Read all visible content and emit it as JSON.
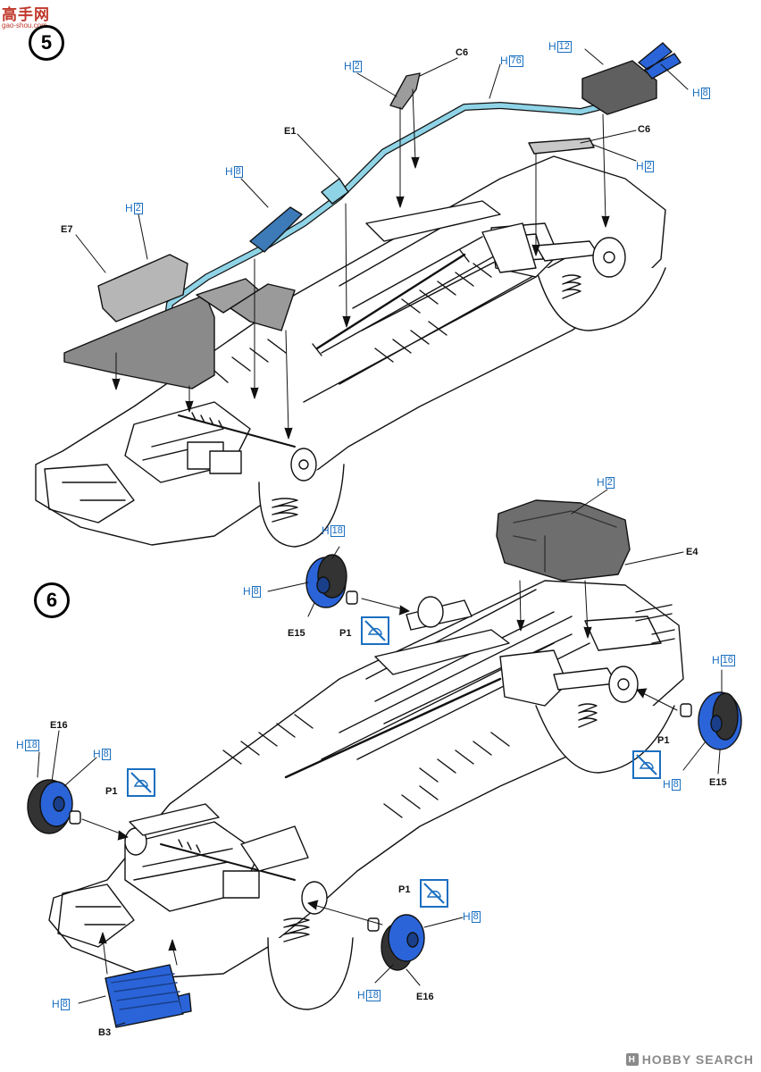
{
  "watermarks": {
    "top_left": "高手网",
    "top_left_sub": "gao-shou.com",
    "bottom_right": "HOBBY SEARCH"
  },
  "steps": [
    {
      "number": "5"
    },
    {
      "number": "6"
    }
  ],
  "step5": {
    "parts": {
      "c6_top": "C6",
      "c6_mid": "C6",
      "e1": "E1",
      "e7": "E7"
    },
    "paints": {
      "h2_top": "H",
      "h2_top_code": "2",
      "h76": "H",
      "h76_code": "76",
      "h12": "H",
      "h12_code": "12",
      "h8_top": "H",
      "h8_top_code": "8",
      "h2_mid": "H",
      "h2_mid_code": "2",
      "h8_pipe": "H",
      "h8_pipe_code": "8",
      "h2_e7": "H",
      "h2_e7_code": "2"
    }
  },
  "step6": {
    "parts": {
      "e4": "E4",
      "e15_left": "E15",
      "p1_top": "P1",
      "e16_left": "E16",
      "p1_left": "P1",
      "p1_right": "P1",
      "e15_right": "E15",
      "p1_bottom": "P1",
      "e16_bottom": "E16",
      "b3": "B3"
    },
    "paints": {
      "h2_tank": "H",
      "h2_tank_code": "2",
      "h18_top": "H",
      "h18_top_code": "18",
      "h8_top": "H",
      "h8_top_code": "8",
      "h18_left": "H",
      "h18_left_code": "18",
      "h8_left": "H",
      "h8_left_code": "8",
      "h16_right": "H",
      "h16_right_code": "16",
      "h8_right": "H",
      "h8_right_code": "8",
      "h8_bottom": "H",
      "h8_bottom_code": "8",
      "h18_bottom": "H",
      "h18_bottom_code": "18",
      "h8_b3": "H",
      "h8_b3_code": "8"
    }
  },
  "colors": {
    "accent_blue": "#1a6fc0",
    "part_blue": "#2a64d8",
    "pipe_blue": "#8fd3e6",
    "line": "#111111",
    "gray_part": "#6e6e6e"
  }
}
